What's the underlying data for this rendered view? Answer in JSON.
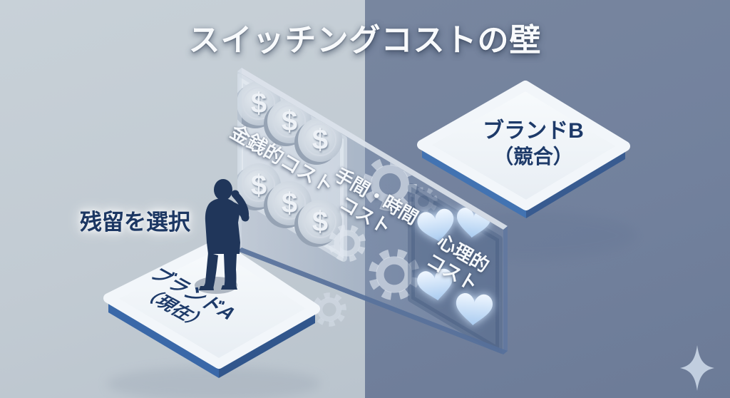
{
  "title": "スイッチングコストの壁",
  "scene": {
    "decision_label": "残留を選択",
    "brand_a": {
      "name": "ブランドA",
      "status": "（現在）"
    },
    "brand_b": {
      "name": "ブランドB",
      "status": "（競合）"
    },
    "wall": {
      "monetary_label": "金銭的コスト",
      "effort_time_label": {
        "line1": "手間・時間",
        "line2": "コスト"
      },
      "psychological_label": {
        "line1": "心理的",
        "line2": "コスト"
      },
      "coin_symbol": "$"
    }
  },
  "icons": {
    "coin": "dollar-coin-icon",
    "gear": "gear-icon",
    "heart": "heart-icon",
    "sparkle": "sparkle-icon",
    "person": "person-silhouette"
  },
  "colors": {
    "background_left": "#c2cbd3",
    "background_right": "#72819d",
    "platform_top": "#f3f6fa",
    "platform_side_light": "#4273b2",
    "platform_side_dark": "#385b90",
    "wall_glass": "rgba(140,158,185,0.42)",
    "title_text": "#f8fafc",
    "dark_navy_text": "#1d3a69",
    "heart": "#cfe4fb",
    "coin": "#c9d2dd",
    "gear": "#dde4ec",
    "person": "#20365a"
  }
}
